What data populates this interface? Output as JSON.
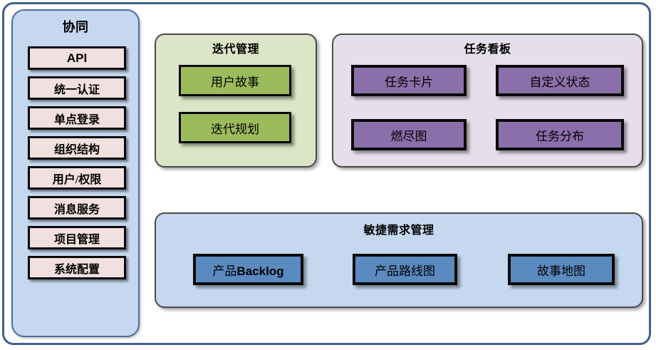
{
  "diagram": {
    "title_hidden": "",
    "sidebar": {
      "title": "协同",
      "items": [
        {
          "label": "API",
          "style": "latin"
        },
        {
          "label": "统一认证",
          "style": "cjk"
        },
        {
          "label": "单点登录",
          "style": "cjk"
        },
        {
          "label": "组织结构",
          "style": "cjk"
        },
        {
          "label": "用户/权限",
          "style": "cjk"
        },
        {
          "label": "消息服务",
          "style": "cjk"
        },
        {
          "label": "项目管理",
          "style": "cjk"
        },
        {
          "label": "系统配置",
          "style": "cjk"
        }
      ]
    },
    "iteration": {
      "title": "迭代管理",
      "items": [
        {
          "label": "用户故事"
        },
        {
          "label": "迭代规划"
        }
      ]
    },
    "taskboard": {
      "title": "任务看板",
      "items": [
        {
          "label": "任务卡片"
        },
        {
          "label": "自定义状态"
        },
        {
          "label": "燃尽图"
        },
        {
          "label": "任务分布"
        }
      ]
    },
    "agile": {
      "title": "敏捷需求管理",
      "items": [
        {
          "label": "产品Backlog"
        },
        {
          "label": "产品路线图"
        },
        {
          "label": "故事地图"
        }
      ]
    },
    "colors": {
      "outer_border": "#3f6090",
      "sidebar_fill": "#c5d8ef",
      "sidebar_border": "#4a6d9e",
      "chip_fill": "#f2dfdf",
      "chip_border": "#0a0a0a",
      "iteration_panel_fill": "#dde5c7",
      "green_box_fill": "#9cbc5c",
      "taskboard_panel_fill": "#e5dfeb",
      "purple_box_fill": "#8b6fab",
      "agile_panel_fill": "#c5d8ef",
      "blue_box_fill": "#5a8ac0",
      "panel_border": "#4a4a4a",
      "text": "#000000"
    }
  }
}
